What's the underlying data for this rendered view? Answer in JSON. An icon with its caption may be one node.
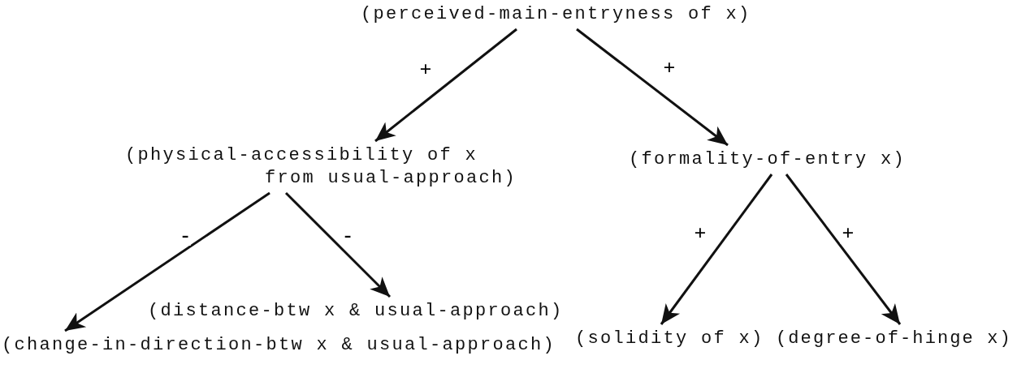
{
  "diagram": {
    "nodes": [
      {
        "text": [
          "(perceived-main-entryness of x)"
        ]
      },
      {
        "text": [
          "(physical-accessibility of x from usual-approach)"
        ]
      },
      {
        "text": [
          "(formality-of-entry x)"
        ]
      },
      {
        "text": [
          "(change-in-direction-btw x & usual-approach)"
        ]
      },
      {
        "text": [
          "(distance-btw x & usual-approach)"
        ]
      },
      {
        "text": [
          "(solidity of x)"
        ]
      },
      {
        "text": [
          "(degree-of-hinge x)"
        ]
      }
    ],
    "edges": [
      {
        "from": 0,
        "to": 1,
        "arrow": "to",
        "label": "+"
      },
      {
        "from": 0,
        "to": 2,
        "arrow": "to",
        "label": "+"
      },
      {
        "from": 1,
        "to": 3,
        "arrow": "to",
        "label": "-"
      },
      {
        "from": 1,
        "to": 4,
        "arrow": "to",
        "label": "-"
      },
      {
        "from": 2,
        "to": 5,
        "arrow": "to",
        "label": "+"
      },
      {
        "from": 2,
        "to": 6,
        "arrow": "to",
        "label": "+"
      }
    ]
  }
}
